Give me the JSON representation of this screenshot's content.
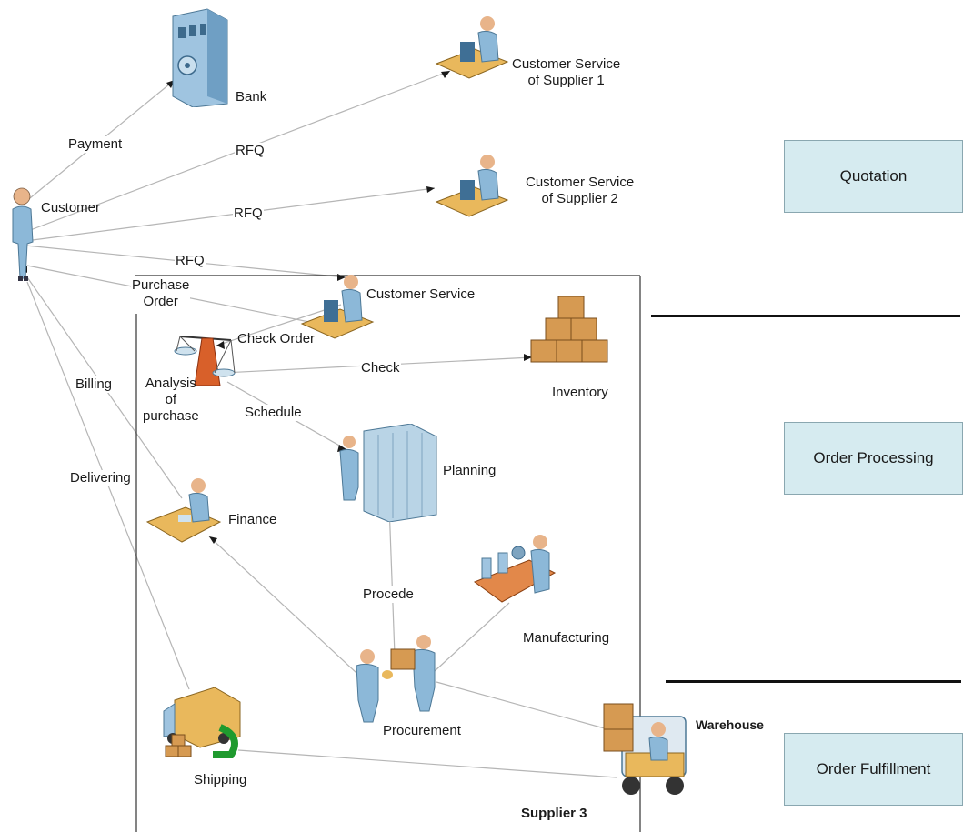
{
  "actors": {
    "customer": "Customer",
    "bank": "Bank",
    "cs1": "Customer Service\nof Supplier 1",
    "cs2": "Customer Service\nof Supplier 2",
    "cs3": "Customer Service",
    "inventory": "Inventory",
    "planning": "Planning",
    "finance": "Finance",
    "manufacturing": "Manufacturing",
    "procurement": "Procurement",
    "shipping": "Shipping",
    "warehouse": "Warehouse",
    "supplier3": "Supplier 3",
    "analysis": "Analysis\nof\npurchase"
  },
  "edges": {
    "payment": "Payment",
    "rfq1": "RFQ",
    "rfq2": "RFQ",
    "rfq3": "RFQ",
    "purchase_order": "Purchase\nOrder",
    "check_order": "Check Order",
    "check": "Check",
    "schedule": "Schedule",
    "billing": "Billing",
    "delivering": "Delivering",
    "procede": "Procede"
  },
  "phases": {
    "quotation": "Quotation",
    "order_processing": "Order Processing",
    "order_fulfillment": "Order Fulfillment"
  },
  "colors": {
    "phase_fill": "#d6ebf0",
    "person": "#8cb8d8",
    "desk": "#e9b85c",
    "box": "#d69a52",
    "arrow_green": "#1f9a2e",
    "scale_orange": "#d8602a"
  }
}
